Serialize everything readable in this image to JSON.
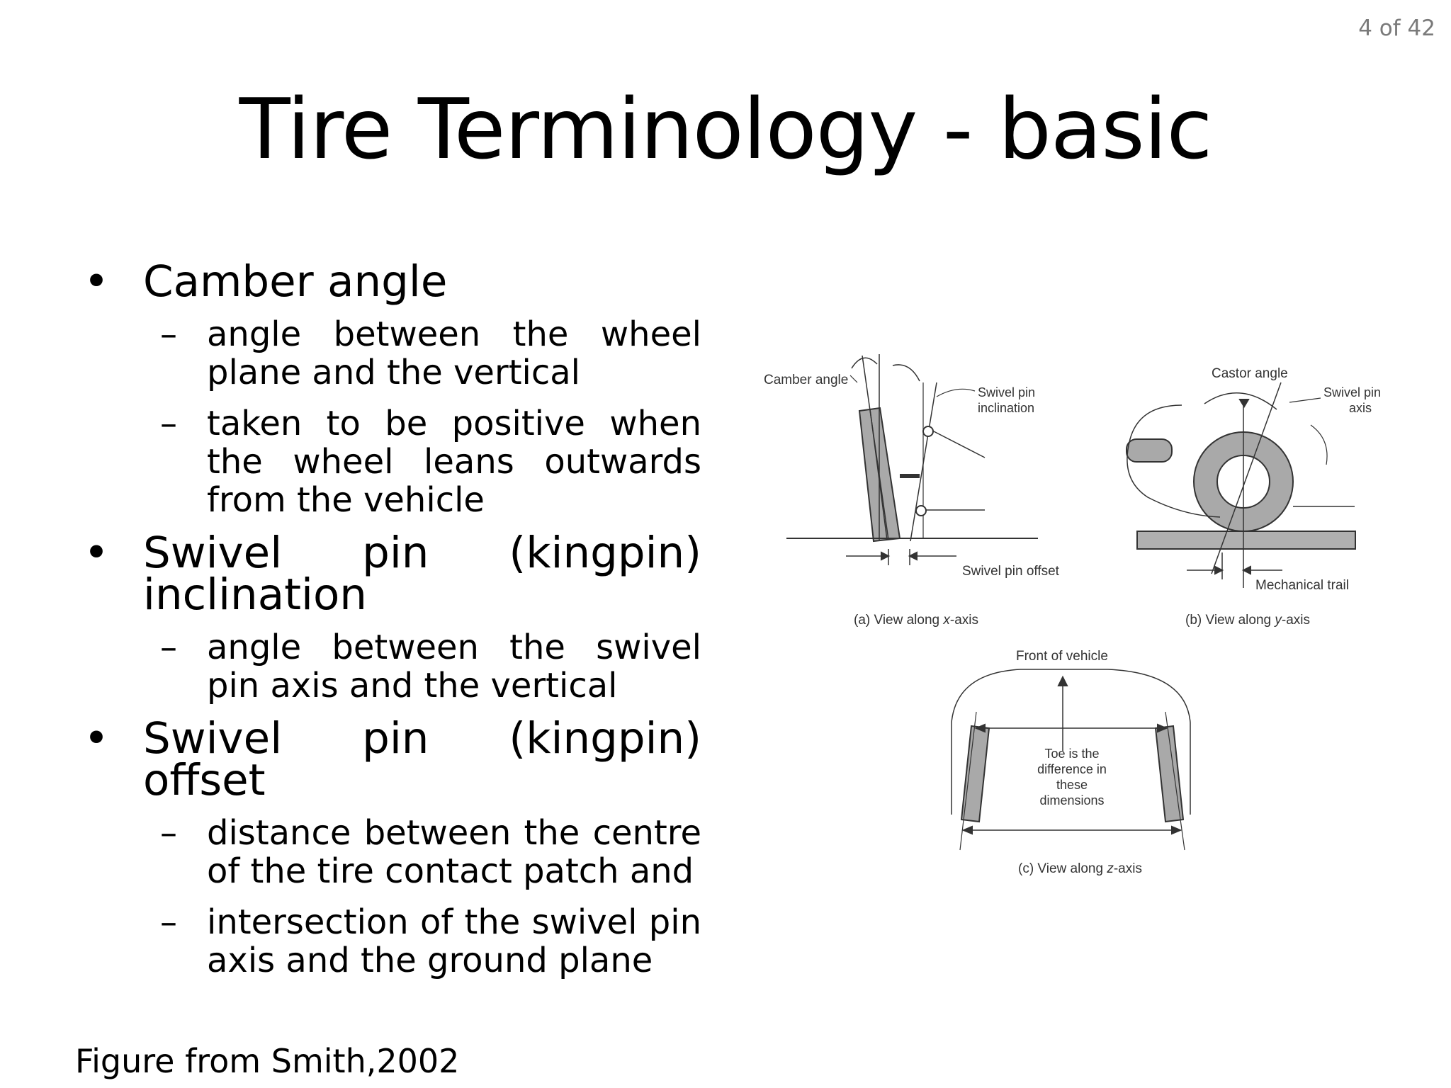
{
  "slide": {
    "page_indicator": "4 of 42",
    "title": "Tire Terminology - basic",
    "footer": "Figure from Smith,2002"
  },
  "content": {
    "bullet_glyph": "•",
    "dash_glyph": "–",
    "items": [
      {
        "heading": "Camber angle",
        "subitems": [
          "angle between the wheel plane and the vertical",
          "taken to be positive when the wheel leans outwards from the vehicle"
        ]
      },
      {
        "heading": "Swivel pin (kingpin) inclination",
        "subitems": [
          "angle between the swivel pin axis and the vertical"
        ]
      },
      {
        "heading": "Swivel pin (kingpin) offset",
        "subitems": [
          "distance between the centre of the tire contact patch and",
          "intersection of the swivel pin axis and the ground plane"
        ]
      }
    ]
  },
  "figure": {
    "labels": {
      "camber_angle": "Camber angle",
      "swivel_pin_inclination_1": "Swivel pin",
      "swivel_pin_inclination_2": "inclination",
      "swivel_pin_offset": "Swivel pin offset",
      "view_a_prefix": "(a) View along ",
      "view_a_axis": "x",
      "view_a_suffix": "-axis",
      "castor_angle": "Castor angle",
      "swivel_pin_axis_1": "Swivel pin",
      "swivel_pin_axis_2": "axis",
      "mechanical_trail": "Mechanical trail",
      "view_b_prefix": "(b) View along ",
      "view_b_axis": "y",
      "view_b_suffix": "-axis",
      "front_of_vehicle": "Front of vehicle",
      "toe_1": "Toe is the",
      "toe_2": "difference in",
      "toe_3": "these",
      "toe_4": "dimensions",
      "view_c_prefix": "(c) View along ",
      "view_c_axis": "z",
      "view_c_suffix": "-axis"
    },
    "colors": {
      "line": "#333333",
      "tire_fill": "#a9a9a9",
      "ground_fill": "#b0b0b0"
    }
  }
}
